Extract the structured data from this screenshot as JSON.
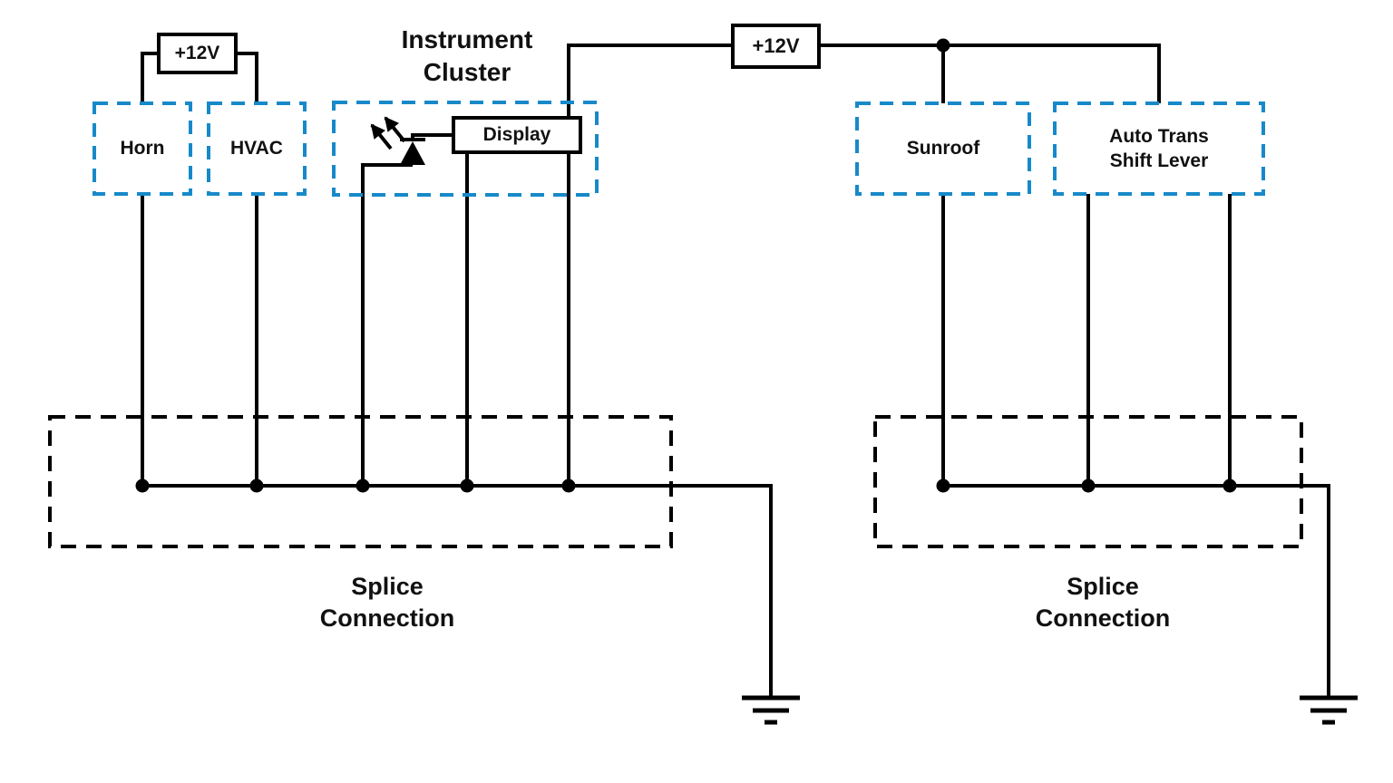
{
  "colors": {
    "wire": "#000000",
    "component_box": "#1789c9",
    "background": "#ffffff"
  },
  "power": {
    "left_label": "+12V",
    "right_label": "+12V"
  },
  "components": {
    "horn": {
      "label": "Horn"
    },
    "hvac": {
      "label": "HVAC"
    },
    "instrument_cluster": {
      "title_line1": "Instrument",
      "title_line2": "Cluster"
    },
    "display": {
      "label": "Display"
    },
    "sunroof": {
      "label": "Sunroof"
    },
    "auto_trans": {
      "label_line1": "Auto Trans",
      "label_line2": "Shift Lever"
    }
  },
  "splices": {
    "left": {
      "label_line1": "Splice",
      "label_line2": "Connection"
    },
    "right": {
      "label_line1": "Splice",
      "label_line2": "Connection"
    }
  },
  "icons": {
    "led": "led-diode-icon",
    "ground": "ground-symbol-icon",
    "junction": "junction-dot-icon"
  }
}
